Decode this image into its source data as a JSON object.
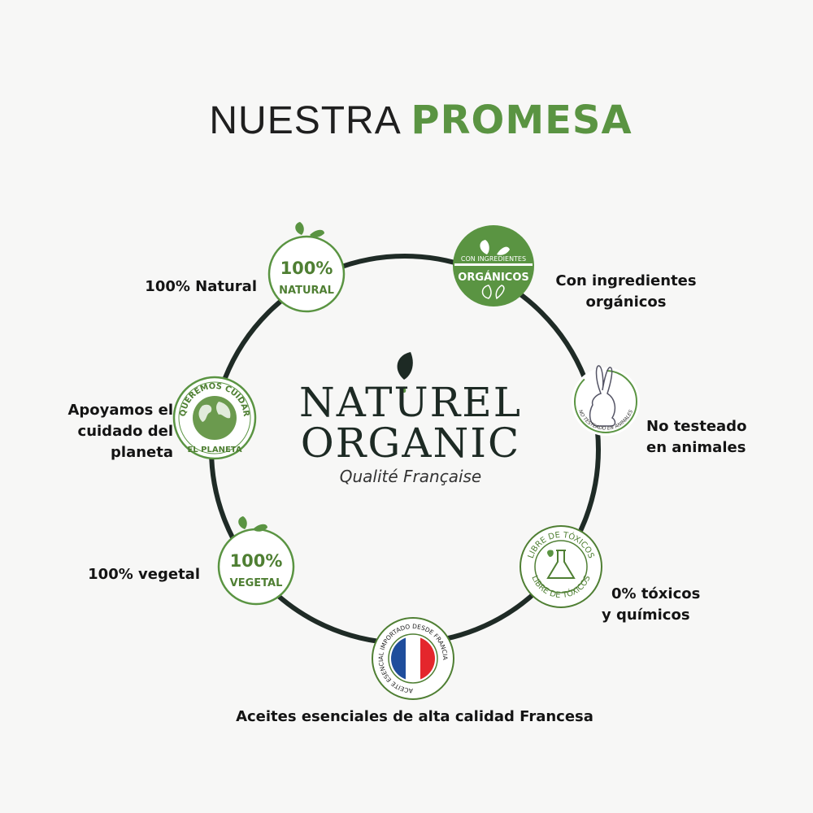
{
  "title": {
    "part1": "NUESTRA ",
    "part2": "PROMESA"
  },
  "logo": {
    "line1": "NATUREL",
    "line2": "ORGANIC",
    "tagline": "Qualité Française"
  },
  "colors": {
    "green": "#5a9442",
    "dark_green": "#4f7f33",
    "ring": "#1f2b26",
    "flag_blue": "#1f4d9c",
    "flag_red": "#e4262c"
  },
  "badges": {
    "natural": {
      "top": "100%",
      "bottom": "NATURAL",
      "label": "100% Natural",
      "icon": "leaf-icon"
    },
    "organicos": {
      "top": "CON INGREDIENTES",
      "bottom": "ORGÁNICOS",
      "label": "Con ingredientes orgánicos",
      "icon": "leaf-icon"
    },
    "animales": {
      "arc": "NO TESTEADO EN ANIMALES",
      "label_l1": "No testeado",
      "label_l2": "en animales",
      "icon": "rabbit-icon"
    },
    "planeta": {
      "arc_top": "QUEREMOS CUIDAR",
      "arc_bottom": "EL PLANETA",
      "label_l1": "Apoyamos el",
      "label_l2": "cuidado del",
      "label_l3": "planeta",
      "icon": "globe-icon"
    },
    "vegetal": {
      "top": "100%",
      "bottom": "VEGETAL",
      "label": "100% vegetal",
      "icon": "leaf-icon"
    },
    "toxicos": {
      "arc_top": "LIBRE DE TÓXICOS",
      "arc_bottom": "LIBRE DE TÓXICOS",
      "label_l1": "0% tóxicos",
      "label_l2": "y químicos",
      "icon": "flask-icon"
    },
    "francia": {
      "arc": "ACEITE ESENCIAL IMPORTADO DESDE FRANCIA",
      "label": "Aceites esenciales de alta calidad Francesa",
      "icon": "france-flag-icon"
    }
  }
}
